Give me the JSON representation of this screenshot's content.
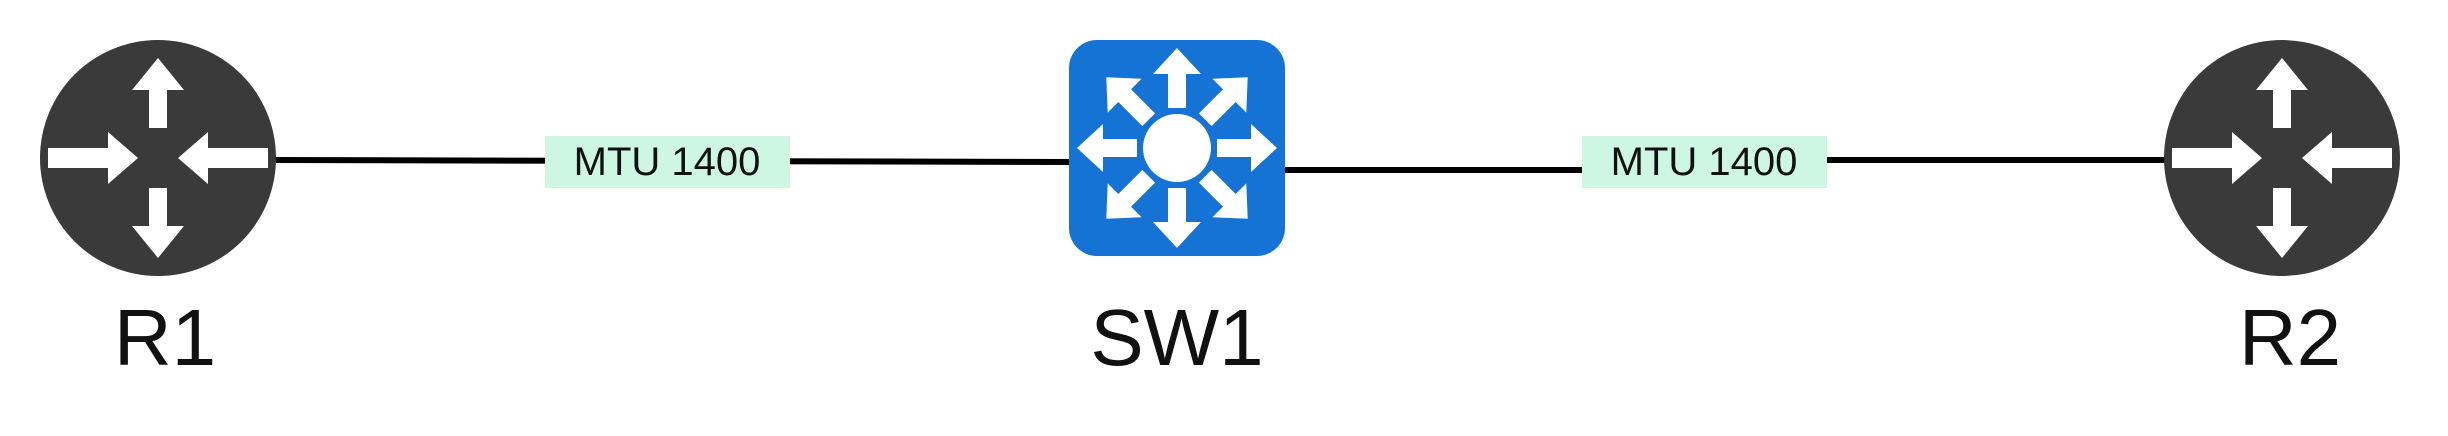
{
  "nodes": [
    {
      "id": "R1",
      "label": "R1",
      "type": "router",
      "icon": "router-icon",
      "color": "#3a3a3a"
    },
    {
      "id": "SW1",
      "label": "SW1",
      "type": "multilayer-switch",
      "icon": "switch-icon",
      "color": "#1573d6"
    },
    {
      "id": "R2",
      "label": "R2",
      "type": "router",
      "icon": "router-icon",
      "color": "#3a3a3a"
    }
  ],
  "links": [
    {
      "from": "R1",
      "to": "SW1",
      "label": "MTU 1400"
    },
    {
      "from": "SW1",
      "to": "R2",
      "label": "MTU 1400"
    }
  ],
  "colors": {
    "link_line": "#000000",
    "link_label_bg": "#cdf7e3",
    "router_fill": "#3a3a3a",
    "switch_fill": "#1573d6",
    "icon_arrow": "#ffffff"
  }
}
